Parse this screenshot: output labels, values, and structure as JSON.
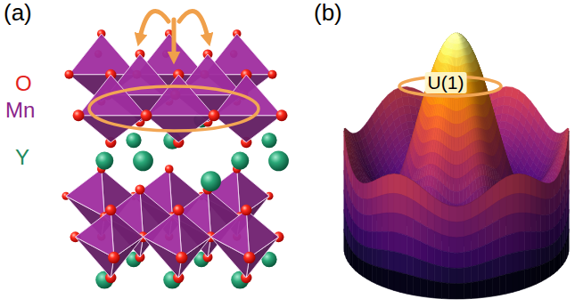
{
  "diagram": {
    "labels": [
      "(a)",
      "O",
      "Mn",
      "Y",
      "(b)",
      "U(1)"
    ]
  }
}
